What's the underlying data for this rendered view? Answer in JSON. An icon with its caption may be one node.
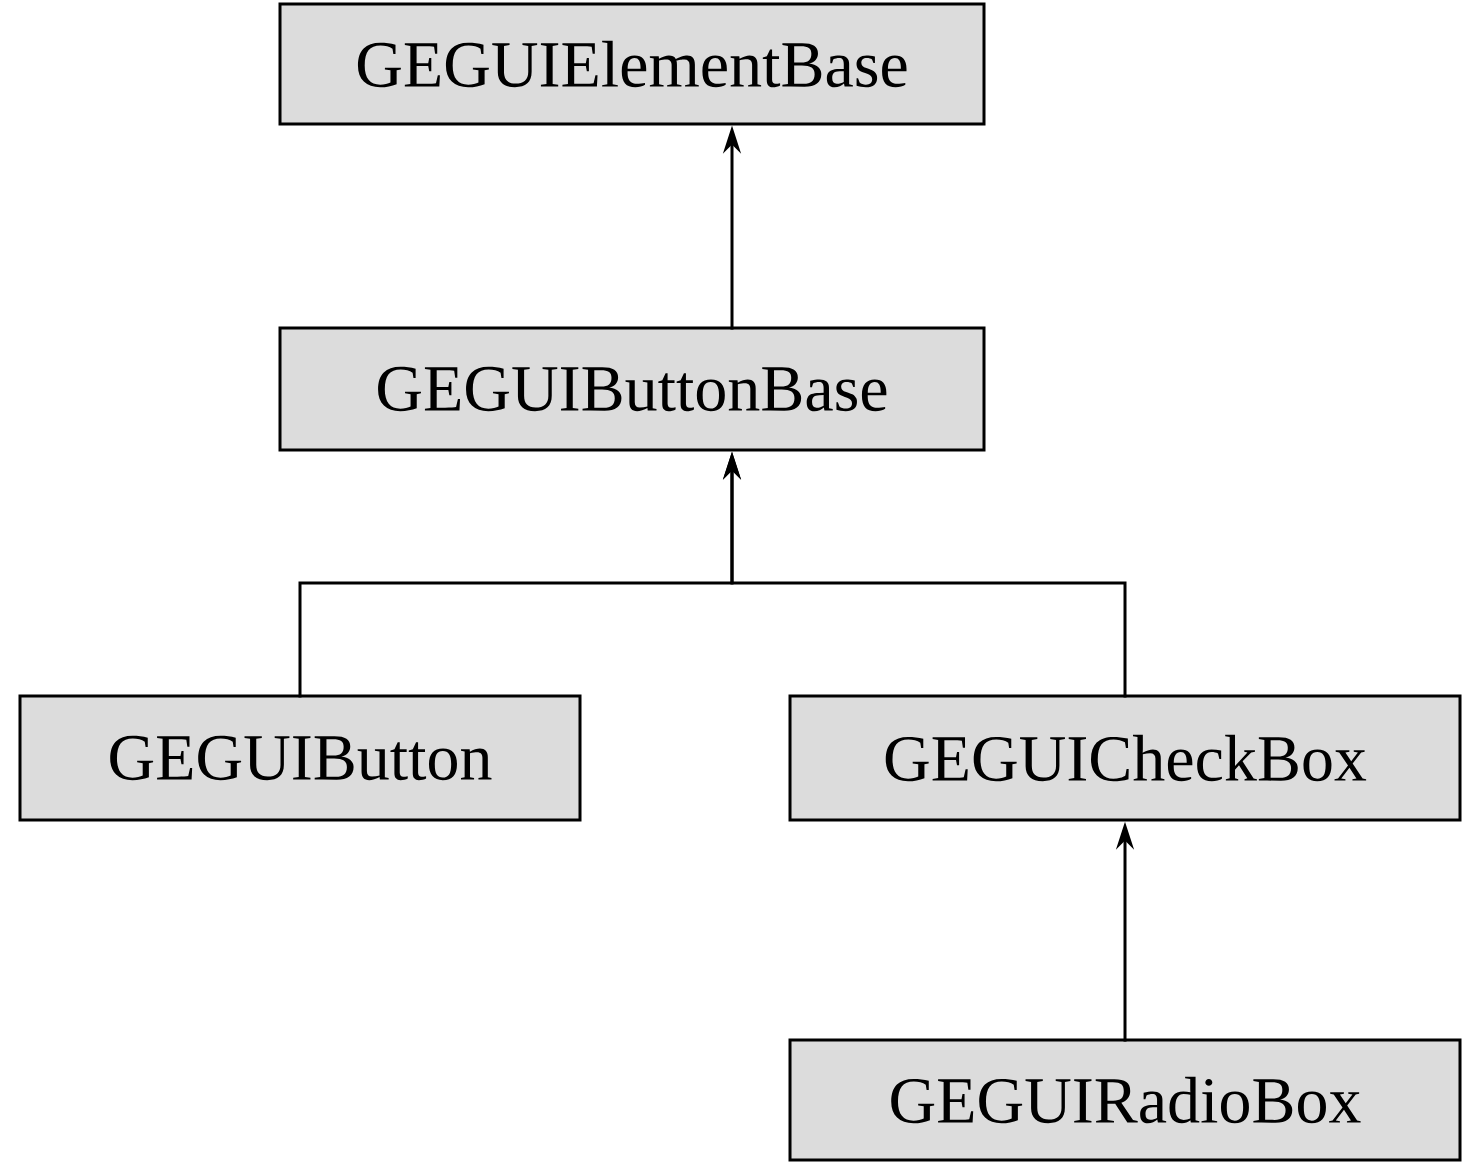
{
  "diagram": {
    "nodes": [
      {
        "text": [
          "GEGUIElementBase"
        ]
      },
      {
        "text": [
          "GEGUIButtonBase"
        ]
      },
      {
        "text": [
          "GEGUIButton"
        ]
      },
      {
        "text": [
          "GEGUICheckBox"
        ]
      },
      {
        "text": [
          "GEGUIRadioBox"
        ]
      }
    ],
    "edges": [
      {
        "from": 1,
        "to": 0,
        "arrow": "to"
      },
      {
        "from": 2,
        "to": 1,
        "arrow": "to"
      },
      {
        "from": 3,
        "to": 1,
        "arrow": "to"
      },
      {
        "from": 4,
        "to": 3,
        "arrow": "to"
      }
    ]
  }
}
